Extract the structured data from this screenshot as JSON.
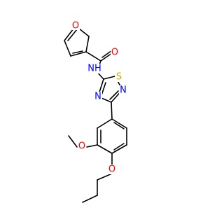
{
  "molecule": {
    "atoms": {
      "furan_o": {
        "label": "O",
        "color": "#ff0000"
      },
      "carbonyl_o": {
        "label": "O",
        "color": "#ff0000"
      },
      "amide_nh": {
        "label": "NH",
        "color": "#0000ff"
      },
      "thiadiazole_s": {
        "label": "S",
        "color": "#b8b800"
      },
      "thiadiazole_n2": {
        "label": "N",
        "color": "#0000ff"
      },
      "thiadiazole_n4": {
        "label": "N",
        "color": "#0000ff"
      },
      "methoxy_o": {
        "label": "O",
        "color": "#ff0000"
      },
      "propoxy_o": {
        "label": "O",
        "color": "#ff0000"
      }
    }
  }
}
